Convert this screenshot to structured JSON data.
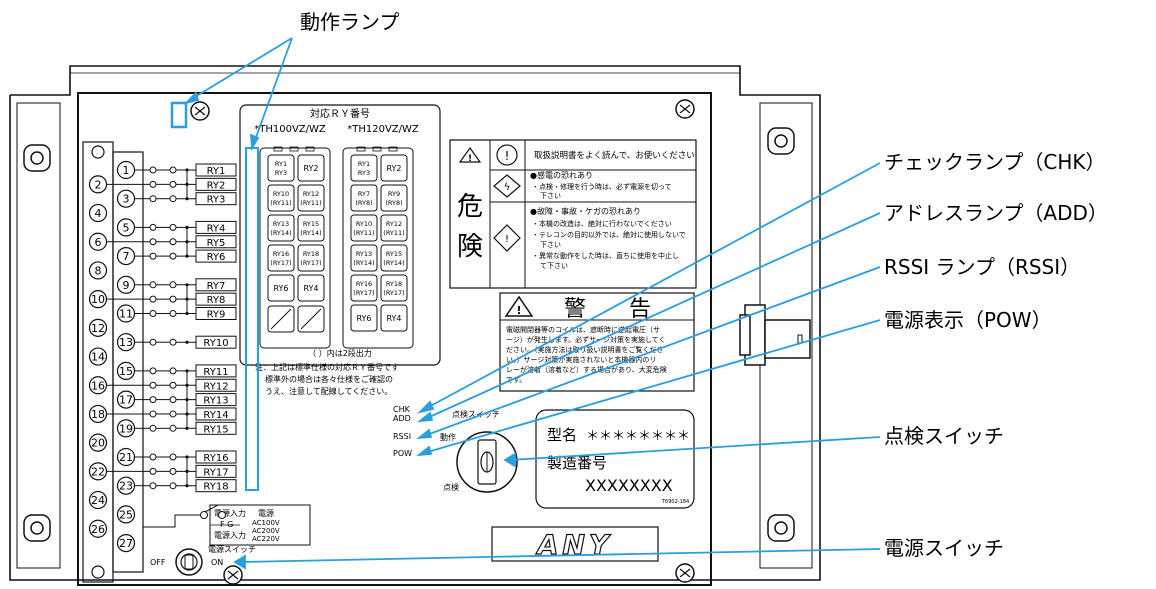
{
  "callouts": {
    "operation_lamp": "動作ランプ",
    "check_lamp": "チェックランプ（CHK）",
    "address_lamp": "アドレスランプ（ADD）",
    "rssi_lamp": "RSSI ランプ（RSSI）",
    "power_indicator": "電源表示（POW）",
    "check_switch": "点検スイッチ",
    "power_switch": "電源スイッチ"
  },
  "colors": {
    "leader": "#2a9ee0",
    "outline": "#111111"
  },
  "terminals": {
    "numbers": [
      "1",
      "2",
      "3",
      "4",
      "5",
      "6",
      "7",
      "8",
      "9",
      "10",
      "11",
      "12",
      "13",
      "14",
      "15",
      "16",
      "17",
      "18",
      "19",
      "20",
      "21",
      "22",
      "23",
      "24",
      "25",
      "26",
      "27"
    ],
    "relays": [
      {
        "label": "RY1",
        "n": 1
      },
      {
        "label": "RY2",
        "n": 2
      },
      {
        "label": "RY3",
        "n": 3
      },
      {
        "label": "RY4",
        "n": 5
      },
      {
        "label": "RY5",
        "n": 6
      },
      {
        "label": "RY6",
        "n": 7
      },
      {
        "label": "RY7",
        "n": 9
      },
      {
        "label": "RY8",
        "n": 10
      },
      {
        "label": "RY9",
        "n": 11
      },
      {
        "label": "RY10",
        "n": 13
      },
      {
        "label": "RY11",
        "n": 15
      },
      {
        "label": "RY12",
        "n": 16
      },
      {
        "label": "RY13",
        "n": 17
      },
      {
        "label": "RY14",
        "n": 18
      },
      {
        "label": "RY15",
        "n": 19
      },
      {
        "label": "RY16",
        "n": 21
      },
      {
        "label": "RY17",
        "n": 22
      },
      {
        "label": "RY18",
        "n": 23
      }
    ]
  },
  "power_input": {
    "line1": "電源入力",
    "line2": "F G",
    "line3": "電源入力",
    "spec_title": "電源",
    "spec1": "AC100V",
    "spec2": "AC200V",
    "spec3": "AC220V"
  },
  "relay_table": {
    "title": "対応ＲＹ番号",
    "col1_header": "*TH100VZ/WZ",
    "col2_header": "*TH120VZ/WZ",
    "col1_cells": [
      "RY1\nRY3",
      "RY2",
      "RY10\n(RY11)",
      "RY12\n(RY11)",
      "RY13\n(RY14)",
      "RY15\n(RY14)",
      "RY16\n(RY17)",
      "RY18\n(RY17)",
      "RY6",
      "RY4"
    ],
    "col2_cells": [
      "RY1\nRY3",
      "RY2",
      "RY7\n(RY8)",
      "RY9\n(RY8)",
      "RY10\n(RY11)",
      "RY12\n(RY11)",
      "RY13\n(RY14)",
      "RY15\n(RY14)",
      "RY16\n(RY17)",
      "RY18\n(RY17)",
      "RY6",
      "RY4"
    ],
    "footnote": "（ ）内は2段出力",
    "note1": "注：上記は標準仕様の対応ＲＹ番号です",
    "note2": "標準外の場合は各々仕様をご確認の",
    "note3": "うえ、注意して配線してください。"
  },
  "danger_label": {
    "kanji1": "危",
    "kanji2": "険",
    "row1": "取扱説明書をよく読んで、お使いください",
    "row2_title": "●感電の恐れあり",
    "row2_a": "・点検・修理を行う時は、必ず電源を切って",
    "row2_b": "下さい",
    "row3_title": "●故障・事故・ケガの恐れあり",
    "row3_a": "・本機の改造は、絶対に行わないでください",
    "row3_b": "・テレコンの目的以外では、絶対に使用しないで",
    "row3_c": "下さい",
    "row3_d": "・異常な動作をした時は、直ちに使用を中止し",
    "row3_e": "て下さい"
  },
  "warning_label": {
    "title1": "警",
    "title2": "告",
    "l1": "電磁開閉器等のコイルは、遮断時に逆起電圧（サ",
    "l2": "ージ）が発生します。必ずサージ対策を実施してく",
    "l3": "ださい。（実施方法は取り扱い説明書をご覧くださ",
    "l4": "い。）サージ対策が実施されないと本機器内のリ",
    "l5": "レーが溶着（溶着など）する場合があり、大変危険",
    "l6": "です。"
  },
  "lamps": {
    "chk": "CHK",
    "add": "ADD",
    "rssi": "RSSI",
    "pow": "POW"
  },
  "switch": {
    "title": "点検スイッチ",
    "operate": "動作",
    "check": "点検"
  },
  "nameplate": {
    "model_label": "型名",
    "model_value": "＊＊＊＊＊＊＊＊",
    "serial_label": "製造番号",
    "serial_value": "XXXXXXXX",
    "code": "T6902-184"
  },
  "power_switch": {
    "title": "電源スイッチ",
    "off": "OFF",
    "on": "ON"
  },
  "logo": "ANY"
}
